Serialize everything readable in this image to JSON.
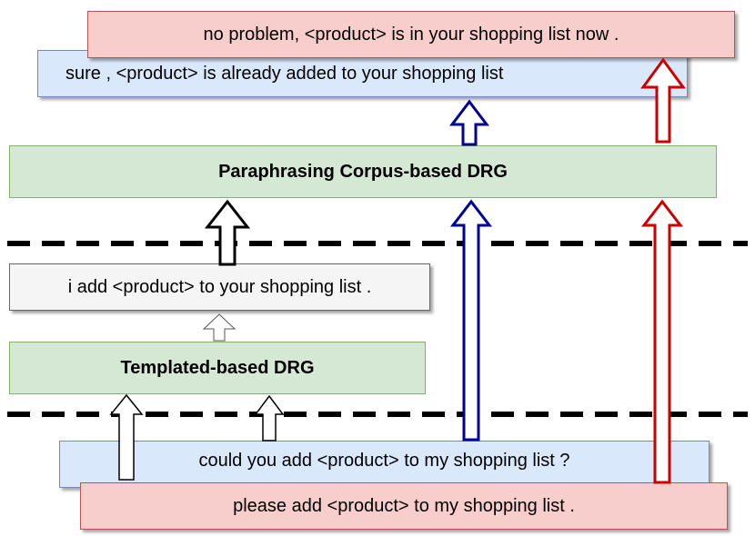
{
  "boxes": {
    "red_output": "no problem, <product> is in your shopping list now .",
    "blue_output": "sure , <product> is already added to your shopping list",
    "paraphrasing_drg": "Paraphrasing Corpus-based DRG",
    "template_output": "i add <product> to your shopping list .",
    "templated_drg": "Templated-based DRG",
    "blue_input": "could you add <product> to my shopping list ?",
    "red_input": "please add <product> to my shopping list ."
  },
  "colors": {
    "pink_fill": "#f8cecc",
    "blue_fill": "#dae8fc",
    "green_fill": "#d5e8d4",
    "gray_fill": "#f5f5f5",
    "arrow_blue": "#000099",
    "arrow_red": "#cc0000",
    "divider": "#000000"
  }
}
